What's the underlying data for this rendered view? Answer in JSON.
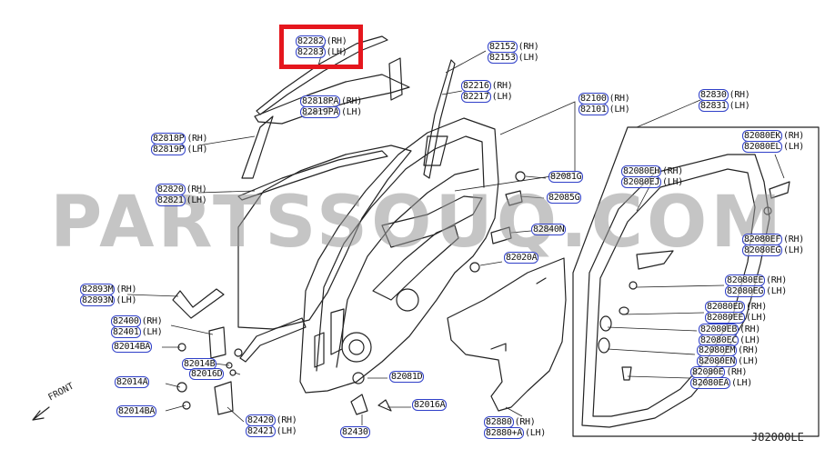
{
  "watermark": "PARTSSOUQ.COM",
  "diagram_code": "J82000LE",
  "front_label": "FRONT",
  "colors": {
    "highlight": "#e5161d",
    "callout_border": "#2f3fc8",
    "line": "#222222"
  },
  "callouts": [
    {
      "id": "c1",
      "parts": [
        [
          "82282",
          "(RH)"
        ],
        [
          "82283",
          "(LH)"
        ]
      ]
    },
    {
      "id": "c2",
      "parts": [
        [
          "82818PA",
          "(RH)"
        ],
        [
          "82819PA",
          "(LH)"
        ]
      ]
    },
    {
      "id": "c3",
      "parts": [
        [
          "82818P",
          "(RH)"
        ],
        [
          "82819P",
          "(LH)"
        ]
      ]
    },
    {
      "id": "c4",
      "parts": [
        [
          "82820",
          "(RH)"
        ],
        [
          "82821",
          "(LH)"
        ]
      ]
    },
    {
      "id": "c5",
      "parts": [
        [
          "82152",
          "(RH)"
        ],
        [
          "82153",
          "(LH)"
        ]
      ]
    },
    {
      "id": "c6",
      "parts": [
        [
          "82216",
          "(RH)"
        ],
        [
          "82217",
          "(LH)"
        ]
      ]
    },
    {
      "id": "c7",
      "parts": [
        [
          "82100",
          "(RH)"
        ],
        [
          "82101",
          "(LH)"
        ]
      ]
    },
    {
      "id": "c8",
      "parts": [
        [
          "82830",
          "(RH)"
        ],
        [
          "82831",
          "(LH)"
        ]
      ]
    },
    {
      "id": "c9",
      "parts": [
        [
          "82080EK",
          "(RH)"
        ],
        [
          "82080EL",
          "(LH)"
        ]
      ]
    },
    {
      "id": "c10",
      "parts": [
        [
          "82081G",
          ""
        ]
      ]
    },
    {
      "id": "c11",
      "parts": [
        [
          "82085G",
          ""
        ]
      ]
    },
    {
      "id": "c12",
      "parts": [
        [
          "82080EH",
          "(RH)"
        ],
        [
          "82080EJ",
          "(LH)"
        ]
      ]
    },
    {
      "id": "c13",
      "parts": [
        [
          "82840N",
          ""
        ]
      ]
    },
    {
      "id": "c14",
      "parts": [
        [
          "82080EF",
          "(RH)"
        ],
        [
          "82080EG",
          "(LH)"
        ]
      ]
    },
    {
      "id": "c15",
      "parts": [
        [
          "82020A",
          ""
        ]
      ]
    },
    {
      "id": "c16",
      "parts": [
        [
          "82893M",
          "(RH)"
        ],
        [
          "82893N",
          "(LH)"
        ]
      ]
    },
    {
      "id": "c17",
      "parts": [
        [
          "82080EE",
          "(RH)"
        ],
        [
          "82080EG",
          "(LH)"
        ]
      ]
    },
    {
      "id": "c18",
      "parts": [
        [
          "82080ED",
          "(RH)"
        ],
        [
          "82080EE",
          "(LH)"
        ]
      ]
    },
    {
      "id": "c19",
      "parts": [
        [
          "82400",
          "(RH)"
        ],
        [
          "82401",
          "(LH)"
        ]
      ]
    },
    {
      "id": "c20",
      "parts": [
        [
          "82080EB",
          "(RH)"
        ],
        [
          "82080EC",
          "(LH)"
        ]
      ]
    },
    {
      "id": "c21",
      "parts": [
        [
          "82014BA",
          ""
        ]
      ]
    },
    {
      "id": "c22",
      "parts": [
        [
          "82080EM",
          "(RH)"
        ],
        [
          "82080EN",
          "(LH)"
        ]
      ]
    },
    {
      "id": "c23",
      "parts": [
        [
          "82014B",
          ""
        ]
      ]
    },
    {
      "id": "c24",
      "parts": [
        [
          "82016D",
          ""
        ]
      ]
    },
    {
      "id": "c25",
      "parts": [
        [
          "82081D",
          ""
        ]
      ]
    },
    {
      "id": "c26",
      "parts": [
        [
          "82080E",
          "(RH)"
        ],
        [
          "82080EA",
          "(LH)"
        ]
      ]
    },
    {
      "id": "c27",
      "parts": [
        [
          "82014A",
          ""
        ]
      ]
    },
    {
      "id": "c28",
      "parts": [
        [
          "82016A",
          ""
        ]
      ]
    },
    {
      "id": "c29",
      "parts": [
        [
          "82014BA",
          ""
        ]
      ]
    },
    {
      "id": "c30",
      "parts": [
        [
          "82420",
          "(RH)"
        ],
        [
          "82421",
          "(LH)"
        ]
      ]
    },
    {
      "id": "c31",
      "parts": [
        [
          "82880",
          "(RH)"
        ],
        [
          "82880+A",
          "(LH)"
        ]
      ]
    },
    {
      "id": "c32",
      "parts": [
        [
          "82430",
          ""
        ]
      ]
    }
  ]
}
